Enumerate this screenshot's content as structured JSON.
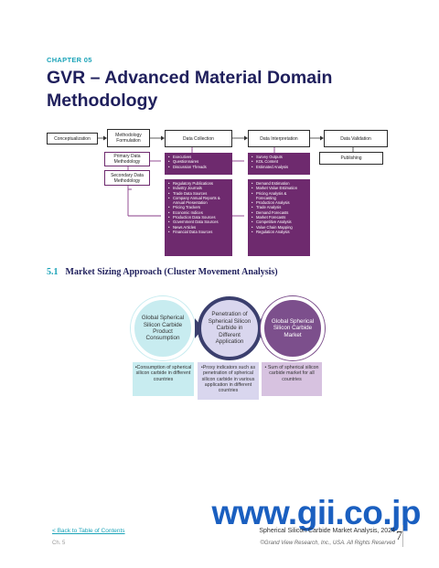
{
  "chapter_label": "CHAPTER 05",
  "title": "GVR – Advanced Material Domain Methodology",
  "flow": {
    "conceptualization": "Conceptualization",
    "methodology_formulation": "Methodology Formulation",
    "data_collection": "Data Collection",
    "data_interpretation": "Data Interpretation",
    "data_validation": "Data Validation",
    "publishing": "Publishing",
    "primary_data_methodology": "Primary Data Methodology",
    "secondary_data_methodology": "Secondary Data Methodology",
    "primary_sources": [
      "Executives",
      "Questionnaires",
      "Discussion Threads"
    ],
    "secondary_sources": [
      "Regulatory Publications",
      "Industry Journals",
      "Trade Data Sources",
      "Company Annual Reports & Annual Presentation",
      "Pricing Trackers",
      "Economic Indices",
      "Production Data Sources",
      "Government Data Sources",
      "News Articles",
      "Financial Data Sources"
    ],
    "interpretation_primary": [
      "Survey Outputs",
      "KOL Content",
      "Estimated Analysis"
    ],
    "interpretation_secondary": [
      "Demand Estimation",
      "Market Value Estimation",
      "Pricing Analysis & Forecasting",
      "Production Analysis",
      "Trade Analysis",
      "Demand Forecasts",
      "Market Forecasts",
      "Competitive Analysis",
      "Value Chain Mapping",
      "Regulation Analysis"
    ]
  },
  "section": {
    "number": "5.1",
    "title": "Market Sizing Approach (Cluster Movement Analysis)"
  },
  "cluster": {
    "circles": [
      "Global Spherical Silicon Carbide Product Consumption",
      "Penetration of Spherical Silicon Carbide in Different Application",
      "Global Spherical Silicon Carbide Market"
    ],
    "notes": [
      "•Consumption of spherical silicon carbide in different countries",
      "•Proxy indicators such as penetration of spherical silicon carbide in various application in different countries",
      "• Sum of spherical silicon carbide market for all countries"
    ]
  },
  "watermark": "www.gii.co.jp",
  "footer": {
    "back_link": "< Back to Table of Contents",
    "page_ref": "Ch. 5",
    "report_title": "Spherical Silicon Carbide Market Analysis, 2024",
    "copyright": "©Grand View Research, Inc., USA. All Rights Reserved",
    "page_number": "7"
  },
  "colors": {
    "accent": "#1aa3b8",
    "title": "#1f1f5c",
    "purple": "#6e2a6e",
    "circle1": "#c8ecf0",
    "circle2": "#d9d6ee",
    "circle3": "#7c4f8c",
    "watermark": "#1a5fc0"
  }
}
